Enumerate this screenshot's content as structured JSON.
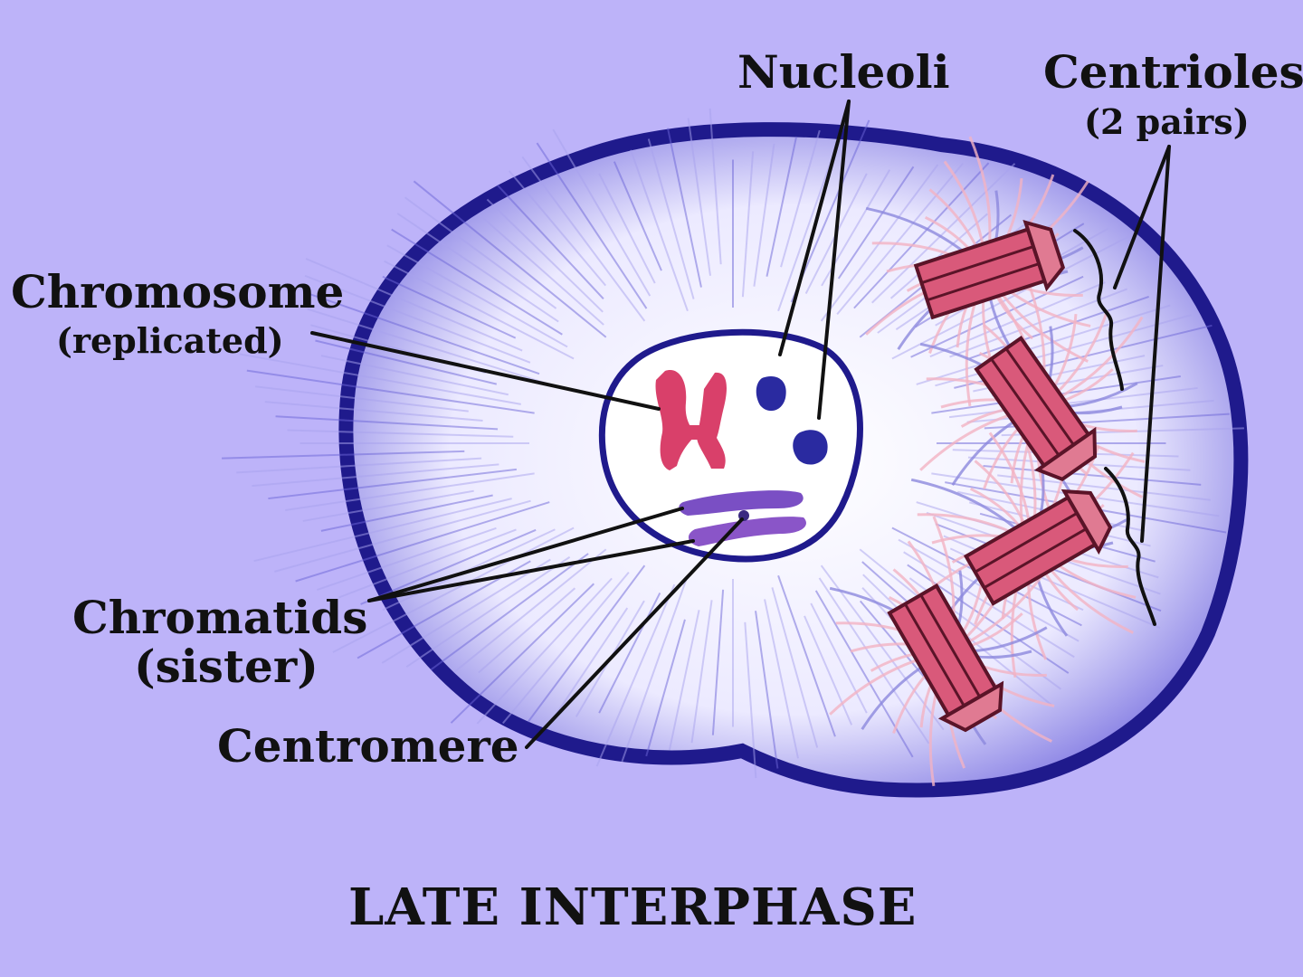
{
  "title": "LATE INTERPHASE",
  "labels": {
    "chromosome": "Chromosome",
    "chromosome_note": "(replicated)",
    "nucleoli": "Nucleoli",
    "centrioles": "Centrioles",
    "centrioles_note": "(2 pairs)",
    "chromatids": "Chromatids",
    "chromatids_note": "(sister)",
    "centromere": "Centromere"
  },
  "colors": {
    "background": "#bdb3f9",
    "cell_outline": "#1f1a8c",
    "cytoplasm": "#f3f1ff",
    "chromosome": "#d9406a",
    "centriole": "#d9597a",
    "aster": "#f2b3c3",
    "chromatid": "#7a4fc4",
    "nucleolus": "#2a2aa0",
    "label_text": "#111111"
  }
}
